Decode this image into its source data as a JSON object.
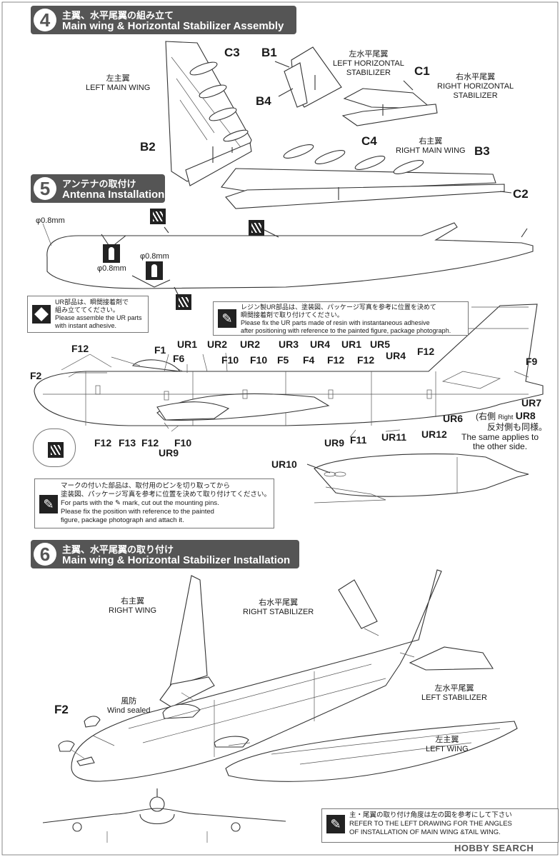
{
  "steps": [
    {
      "number": "4",
      "title_jp": "主翼、水平尾翼の組み立て",
      "title_en": "Main wing & Horizontal Stabilizer Assembly"
    },
    {
      "number": "5",
      "title_jp": "アンテナの取付け",
      "title_en": "Antenna Installation"
    },
    {
      "number": "6",
      "title_jp": "主翼、水平尾翼の取り付け",
      "title_en": "Main wing & Horizontal Stabilizer Installation"
    }
  ],
  "step4": {
    "left_main_wing_jp": "左主翼",
    "left_main_wing_en": "LEFT MAIN WING",
    "left_stab_jp": "左水平尾翼",
    "left_stab_en1": "LEFT HORIZONTAL",
    "left_stab_en2": "STABILIZER",
    "right_stab_jp": "右水平尾翼",
    "right_stab_en1": "RIGHT  HORIZONTAL",
    "right_stab_en2": "STABILIZER",
    "right_main_wing_jp": "右主翼",
    "right_main_wing_en": "RIGHT MAIN WING",
    "parts": {
      "c3": "C3",
      "b1": "B1",
      "c1": "C1",
      "b4": "B4",
      "b2": "B2",
      "c4": "C4",
      "b3": "B3",
      "c2": "C2"
    }
  },
  "step5": {
    "dia1": "φ0.8mm",
    "dia2": "φ0.8mm",
    "dia3": "φ0.8mm",
    "note_ur_jp1": "UR部品は、瞬間接着剤で",
    "note_ur_jp2": "組み立ててください。",
    "note_ur_en1": "Please assemble the UR parts",
    "note_ur_en2": "with instant adhesive.",
    "note_resin_jp1": "レジン製UR部品は、塗装図、パッケージ写真を参考に位置を決めて",
    "note_resin_jp2": "瞬間接着剤で取り付けてください。",
    "note_resin_en1": "Please fix the UR parts made of resin with instantaneous adhesive",
    "note_resin_en2": "after positioning with reference to the painted figure, package photograph.",
    "note_pin_jp1": "マークの付いた部品は、取付用のピンを切り取ってから",
    "note_pin_jp2": "塗装図、パッケージ写真を参考に位置を決めて取り付けてください。",
    "note_pin_en1": "For parts with the ✎ mark, cut out the mounting pins.",
    "note_pin_en2": "Please fix the position with reference to the painted",
    "note_pin_en3": "figure, package photograph and attach it.",
    "right_side_jp": "(右側",
    "right_side_en": "Right",
    "other_side_jp": "反対側も同様。",
    "other_side_en1": "The same applies to",
    "other_side_en2": "the other side.",
    "parts": {
      "f12a": "F12",
      "f1": "F1",
      "f6": "F6",
      "ur1a": "UR1",
      "ur2a": "UR2",
      "ur2b": "UR2",
      "ur3": "UR3",
      "ur4a": "UR4",
      "ur1b": "UR1",
      "ur5": "UR5",
      "ur4b": "UR4",
      "f12b": "F12",
      "f9": "F9",
      "f10a": "F10",
      "f10b": "F10",
      "f5": "F5",
      "f4": "F4",
      "f12c": "F12",
      "f12d": "F12",
      "f2": "F2",
      "ur7": "UR7",
      "ur8": "UR8",
      "ur6": "UR6",
      "f12e": "F12",
      "f13": "F13",
      "f12f": "F12",
      "f10c": "F10",
      "ur9a": "UR9",
      "ur9b": "UR9",
      "f11": "F11",
      "ur11": "UR11",
      "ur12": "UR12",
      "ur10": "UR10"
    }
  },
  "step6": {
    "right_wing_jp": "右主翼",
    "right_wing_en": "RIGHT WING",
    "right_stab_jp": "右水平尾翼",
    "right_stab_en": "RIGHT  STABILIZER",
    "left_stab_jp": "左水平尾翼",
    "left_stab_en": "LEFT  STABILIZER",
    "left_wing_jp": "左主翼",
    "left_wing_en": "LEFT WING",
    "wind_jp": "風防",
    "wind_en": "Wind sealed",
    "f2": "F2",
    "note_angle_jp": "主・尾翼の取り付け角度は左の図を参考にして下さい",
    "note_angle_en1": "REFER TO THE LEFT DRAWING FOR THE ANGLES",
    "note_angle_en2": "OF INSTALLATION OF MAIN WING &TAIL WING."
  },
  "watermark": "HOBBY SEARCH",
  "icons": [
    "diamond-icon",
    "pin-icon",
    "cut-icon",
    "pinhead-icon"
  ]
}
